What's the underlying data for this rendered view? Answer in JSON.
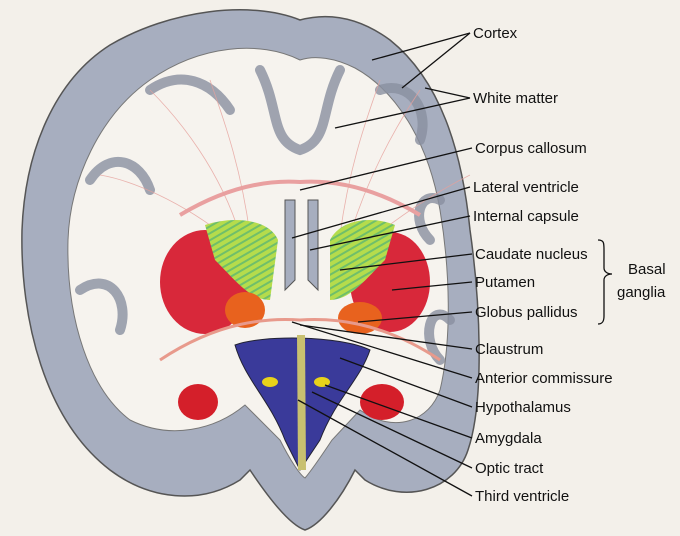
{
  "diagram": {
    "labels": {
      "cortex": "Cortex",
      "white_matter": "White matter",
      "corpus_callosum": "Corpus callosum",
      "lateral_ventricle": "Lateral ventricle",
      "internal_capsule": "Internal capsule",
      "caudate_nucleus": "Caudate nucleus",
      "putamen": "Putamen",
      "globus_pallidus": "Globus pallidus",
      "basal_ganglia_1": "Basal",
      "basal_ganglia_2": "ganglia",
      "claustrum": "Claustrum",
      "anterior_commissure": "Anterior commissure",
      "hypothalamus": "Hypothalamus",
      "amygdala": "Amygdala",
      "optic_tract": "Optic tract",
      "third_ventricle": "Third ventricle"
    },
    "colors": {
      "cortex": "#a7aebf",
      "white_matter": "#f6f3ee",
      "putamen": "#d8283a",
      "caudate": "#a9d94a",
      "globus_pallidus": "#e8621e",
      "hypothalamus": "#3a3a9a",
      "amygdala": "#d41f2a",
      "optic": "#e8d21a"
    }
  }
}
